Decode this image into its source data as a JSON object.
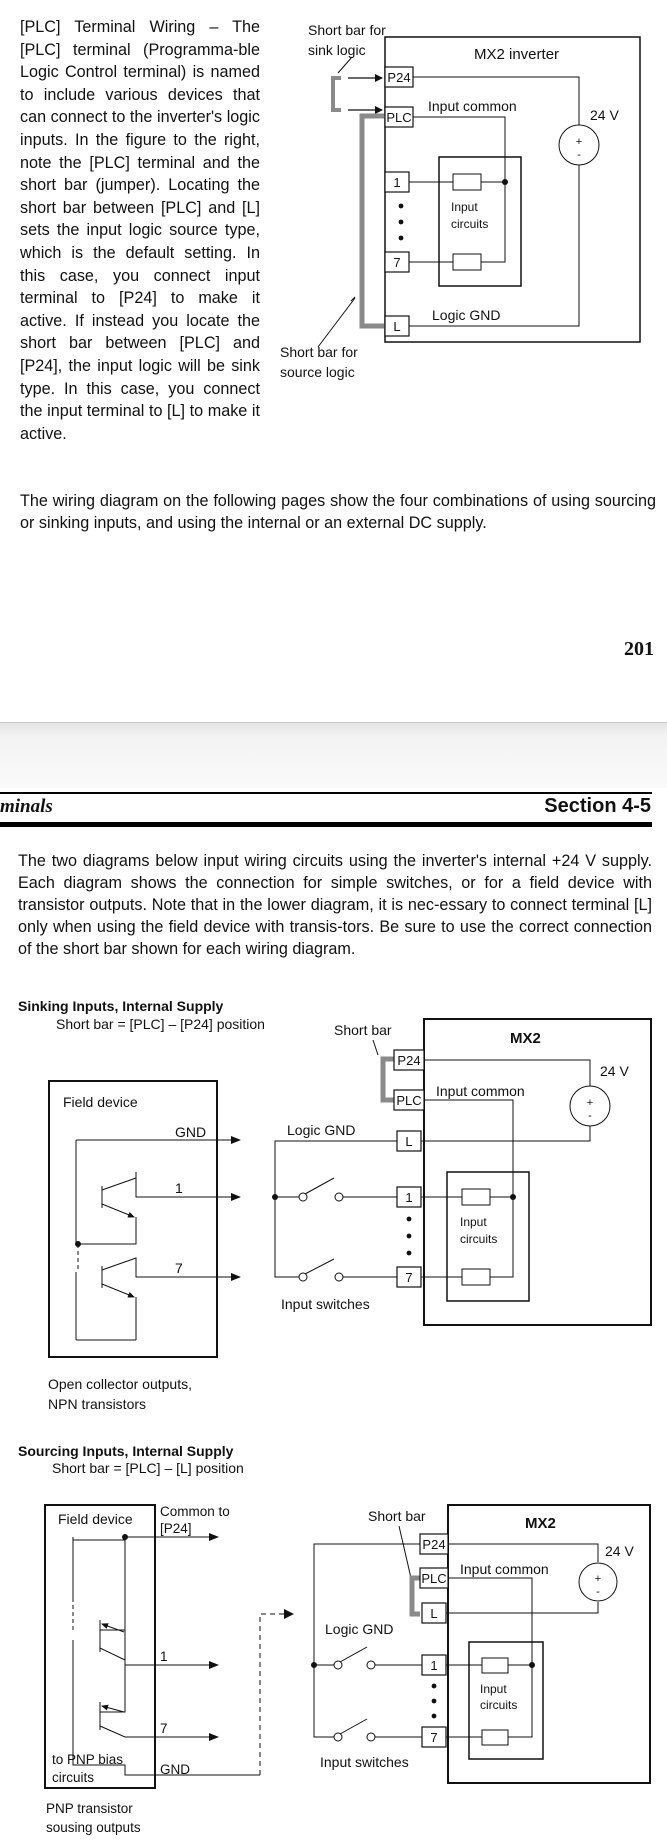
{
  "page1": {
    "paragraph_left": "[PLC] Terminal Wiring – The [PLC] terminal (Programma-ble Logic Control terminal) is named to include various devices that can connect to the inverter's logic inputs. In the figure to the right, note the [PLC] terminal and the short bar (jumper). Locating the short bar between [PLC] and [L] sets the input logic source type, which is the default setting. In this case, you connect input terminal to [P24] to make it active. If instead you locate the short bar between [PLC] and [P24], the input logic will be sink type. In this case, you connect the input terminal to [L] to make it active.",
    "paragraph_cont": "The wiring diagram on the following pages show the four combinations of using sourcing or sinking inputs, and using the internal or an external DC supply.",
    "page_number": "201",
    "diagram": {
      "short_bar_sink": [
        "Short bar for",
        "sink logic"
      ],
      "short_bar_source": [
        "Short bar for",
        "source logic"
      ],
      "inverter_label": "MX2 inverter",
      "p24": "P24",
      "plc": "PLC",
      "t1": "1",
      "t7": "7",
      "l": "L",
      "input_common": "Input common",
      "logic_gnd": "Logic GND",
      "supply": "24 V",
      "input_circuits": [
        "Input",
        "circuits"
      ],
      "plus": "+",
      "minus": "-"
    }
  },
  "page2": {
    "header_left": "minals",
    "header_right": "Section 4-5",
    "intro": "The two diagrams below input wiring circuits using the inverter's internal +24 V supply. Each diagram shows the connection for simple switches, or for a field device with transistor outputs. Note that in the lower diagram, it is nec-essary to connect terminal [L] only when using the field device with transis-tors. Be sure to use the correct connection of the short bar shown for each wiring diagram.",
    "sinking": {
      "title": "Sinking Inputs, Internal Supply",
      "note": "Short bar = [PLC] – [P24] position",
      "short_bar": "Short bar",
      "mx2": "MX2",
      "supply": "24 V",
      "field_device": "Field device",
      "gnd": "GND",
      "out1": "1",
      "out7": "7",
      "logic_gnd": "Logic GND",
      "input_common": "Input common",
      "input_switches": "Input switches",
      "input_circuits": [
        "Input",
        "circuits"
      ],
      "p24": "P24",
      "plc": "PLC",
      "l": "L",
      "t1": "1",
      "t7": "7",
      "plus": "+",
      "minus": "-",
      "caption": [
        "Open collector outputs,",
        "NPN transistors"
      ]
    },
    "sourcing": {
      "title": "Sourcing Inputs, Internal Supply",
      "note": "Short bar = [PLC] – [L] position",
      "short_bar": "Short bar",
      "mx2": "MX2",
      "supply": "24 V",
      "field_device": "Field device",
      "common_to": [
        "Common to",
        "[P24]"
      ],
      "out1": "1",
      "out7": "7",
      "pnp_bias": [
        "to PNP bias",
        "circuits"
      ],
      "gnd": "GND",
      "logic_gnd": "Logic GND",
      "input_common": "Input common",
      "input_switches": "Input switches",
      "input_circuits": [
        "Input",
        "circuits"
      ],
      "p24": "P24",
      "plc": "PLC",
      "l": "L",
      "t1": "1",
      "t7": "7",
      "plus": "+",
      "minus": "-",
      "caption": [
        "PNP transistor",
        "sousing outputs"
      ]
    }
  }
}
